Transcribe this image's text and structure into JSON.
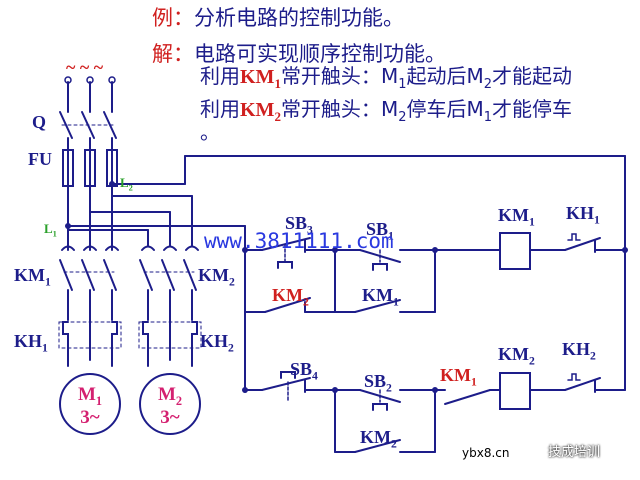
{
  "header": {
    "example_label": "例：",
    "example_text": "分析电路的控制功能。",
    "answer_label": "解：",
    "answer_text": "电路可实现顺序控制功能。",
    "line1_prefix": "利用",
    "line1_contact": "KM1",
    "line1_mid": "常开触头：",
    "line1_text": "M1起动后M2才能起动",
    "line2_prefix": "利用",
    "line2_contact": "KM2",
    "line2_mid": "常开触头：",
    "line2_text": "M2停车后M1才能停车",
    "line3": "。"
  },
  "power_circuit": {
    "supply": "~ ~ ~",
    "q": "Q",
    "fu": "FU",
    "l1": "L1",
    "l2": "L2",
    "km1": "KM1",
    "km2": "KM2",
    "kh1": "KH1",
    "kh2": "KH2",
    "motor1_name": "M1",
    "motor1_phase": "3~",
    "motor2_name": "M2",
    "motor2_phase": "3~"
  },
  "control_circuit": {
    "sb3": "SB3",
    "sb1": "SB1",
    "km1_coil": "KM1",
    "kh1_contact": "KH1",
    "km2_hold_upper": "KM2",
    "km1_hold": "KM1",
    "sb4": "SB4",
    "sb2": "SB2",
    "km1_series": "KM1",
    "km2_coil": "KM2",
    "kh2_contact": "KH2",
    "km2_hold": "KM2"
  },
  "watermark": "www.3811111.com",
  "footer": {
    "site": "ybx8.cn",
    "brand": "技成培训"
  },
  "colors": {
    "navy": "#1d1d8a",
    "red": "#d0201f",
    "motor": "#d42070",
    "wire": "#1d1d8a"
  }
}
